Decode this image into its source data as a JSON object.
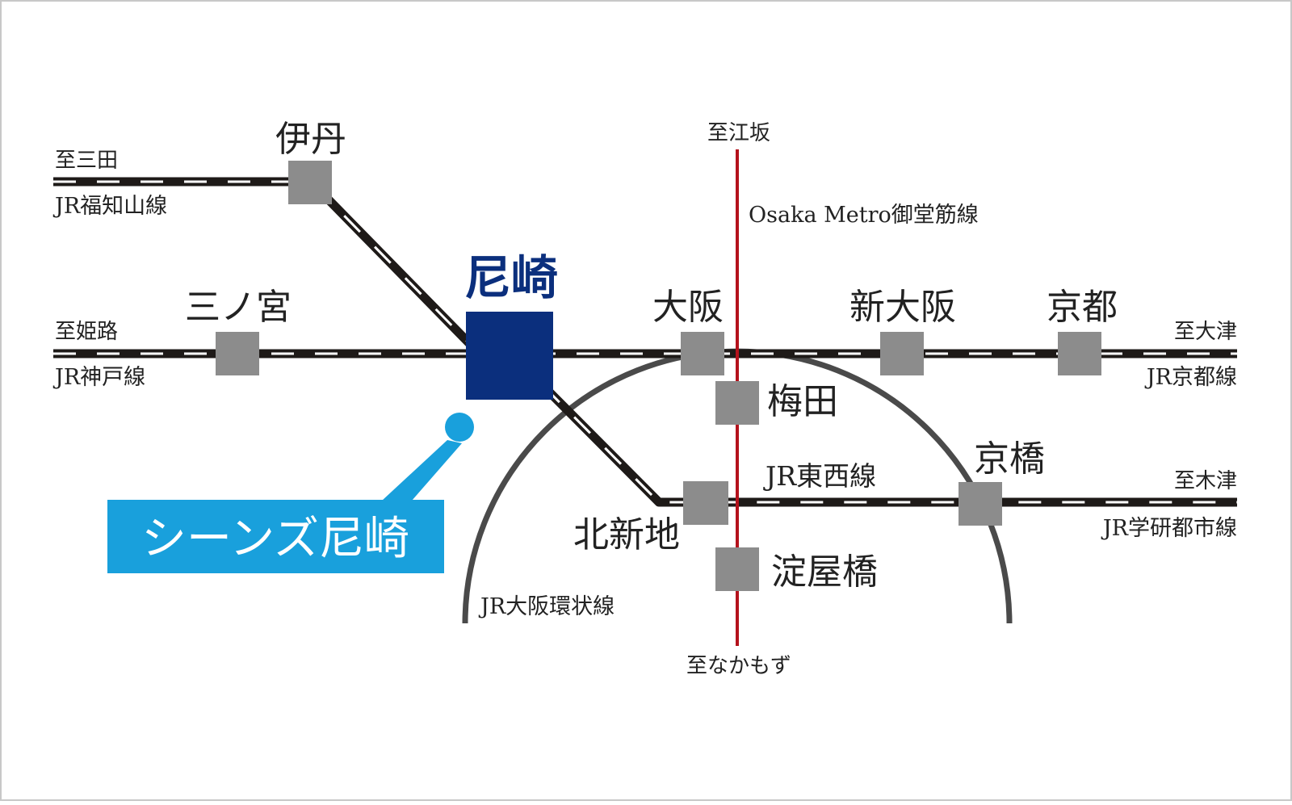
{
  "colors": {
    "jr_line": "#1e1a18",
    "jr_dash": "#ffffff",
    "loop_line": "#4a4a4a",
    "metro_line": "#b4121c",
    "station": "#8c8c8c",
    "main_station": "#0b2f7d",
    "property_accent": "#19a0dc",
    "text": "#222222",
    "frame": "#c8c8c8"
  },
  "stations": {
    "amagasaki": "尼崎",
    "itami": "伊丹",
    "sannomiya": "三ノ宮",
    "osaka": "大阪",
    "shin_osaka": "新大阪",
    "kyoto": "京都",
    "umeda": "梅田",
    "kyobashi": "京橋",
    "kitashinchi": "北新地",
    "yodoyabashi": "淀屋橋"
  },
  "directions": {
    "to_sanda": "至三田",
    "to_himeji": "至姫路",
    "to_esaka": "至江坂",
    "to_otsu": "至大津",
    "to_kizu": "至木津",
    "to_nakamozu": "至なかもず"
  },
  "lines": {
    "fukuchiyama": "JR福知山線",
    "kobe": "JR神戸線",
    "kyoto": "JR京都線",
    "tozai": "JR東西線",
    "gakkentoshi": "JR学研都市線",
    "loop": "JR大阪環状線",
    "midosuji": "Osaka Metro御堂筋線"
  },
  "property": {
    "name": "シーンズ尼崎",
    "icon": "location-pin-icon"
  }
}
